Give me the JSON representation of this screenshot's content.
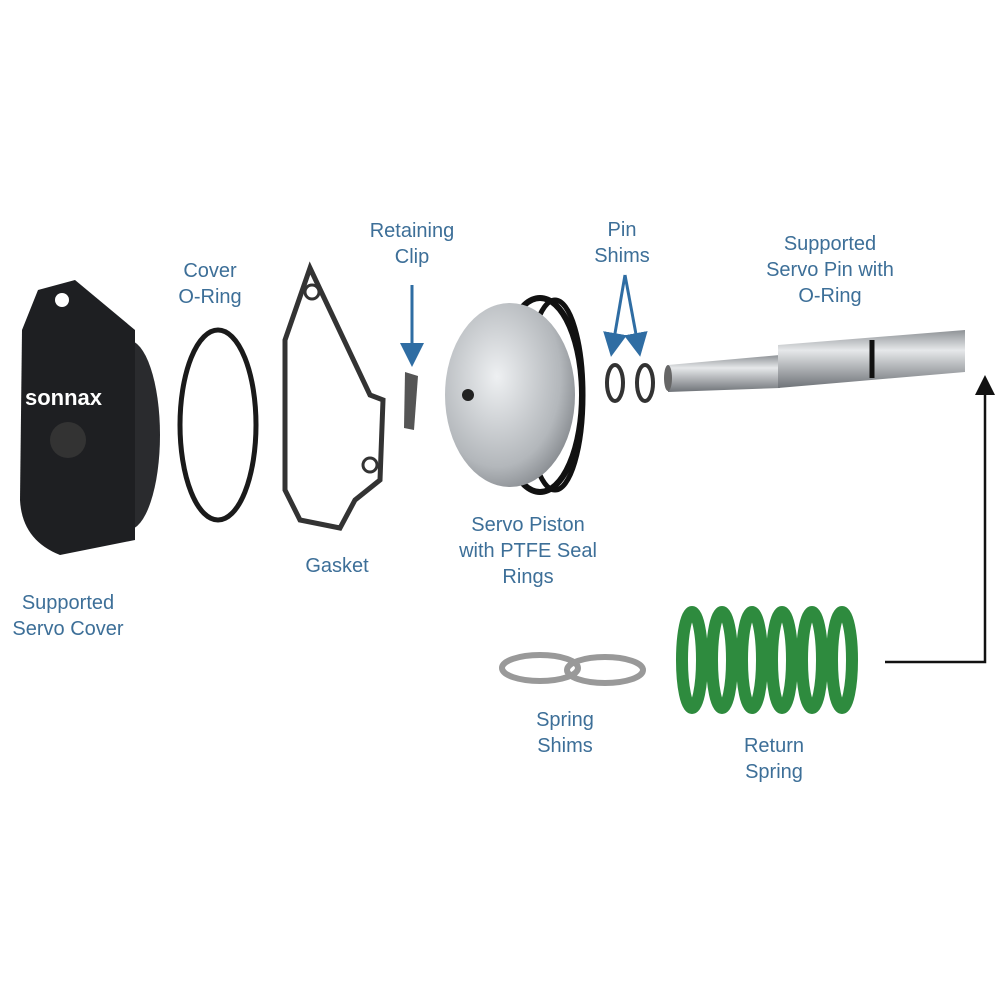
{
  "brand": {
    "logo_text": "sonnax"
  },
  "colors": {
    "label": "#3d6f98",
    "arrow_blue": "#2f6da3",
    "spring": "#2e8b3e",
    "part_dark": "#1e1f22",
    "metal": "#b8bbbf"
  },
  "labels": {
    "cover": [
      "Supported",
      "Servo Cover"
    ],
    "cover_oring": [
      "Cover",
      "O-Ring"
    ],
    "gasket": [
      "Gasket"
    ],
    "retaining_clip": [
      "Retaining",
      "Clip"
    ],
    "piston": [
      "Servo Piston",
      "with PTFE Seal",
      "Rings"
    ],
    "pin_shims": [
      "Pin",
      "Shims"
    ],
    "servo_pin": [
      "Supported",
      "Servo Pin with",
      "O-Ring"
    ],
    "spring_shims": [
      "Spring",
      "Shims"
    ],
    "return_spring": [
      "Return",
      "Spring"
    ]
  }
}
